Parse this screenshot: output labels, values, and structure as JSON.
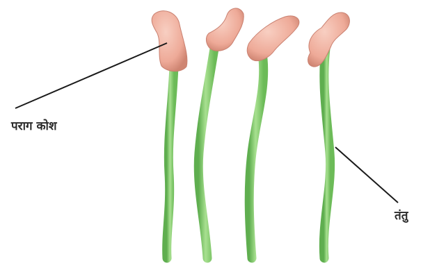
{
  "labels": {
    "anther": "पराग कोश",
    "filament": "तंतु"
  },
  "colors": {
    "anther": "#f2b8a8",
    "anther_shade": "#d98f7d",
    "filament": "#8fd07a",
    "filament_shade": "#5fae4f",
    "line": "#1a1a1a"
  },
  "stamen_count": 4
}
